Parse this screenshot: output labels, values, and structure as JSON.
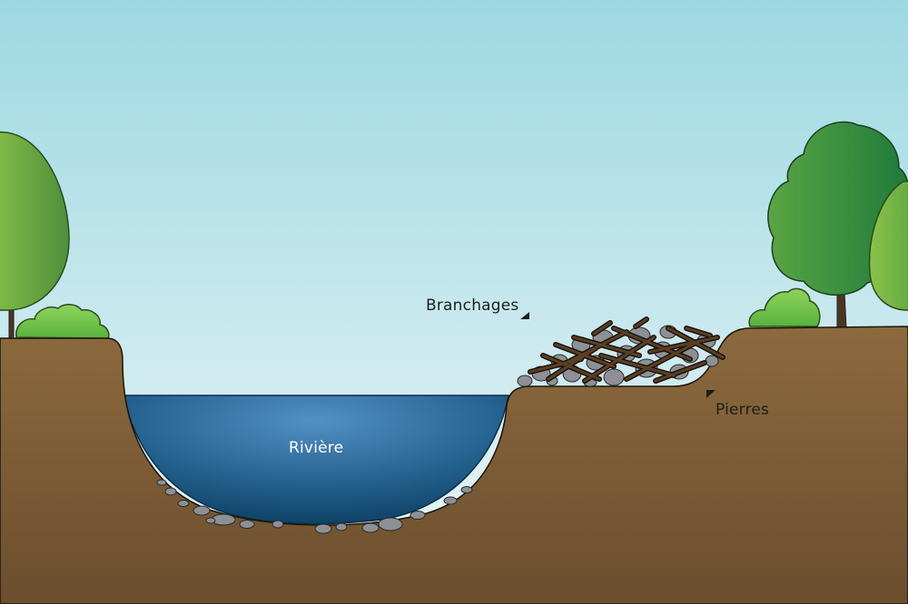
{
  "labels": {
    "river": "Rivière",
    "branches": "Branchages",
    "stones": "Pierres"
  },
  "colors": {
    "sky_top": "#9dd8e2",
    "sky_bottom": "#eef7f8",
    "soil_top": "#8c6a3e",
    "soil_bottom": "#6b4e2e",
    "water_light": "#4e8cc0",
    "water_dark": "#0f4266",
    "stone": "#8d9196",
    "branch": "#3d2b1a",
    "tree_light": "#8bc34a",
    "tree_dark": "#1f7a3a",
    "bush": "#6cc24a",
    "trunk": "#4a3624"
  },
  "icons": {
    "label_pointer": "triangle-pointer-icon"
  }
}
